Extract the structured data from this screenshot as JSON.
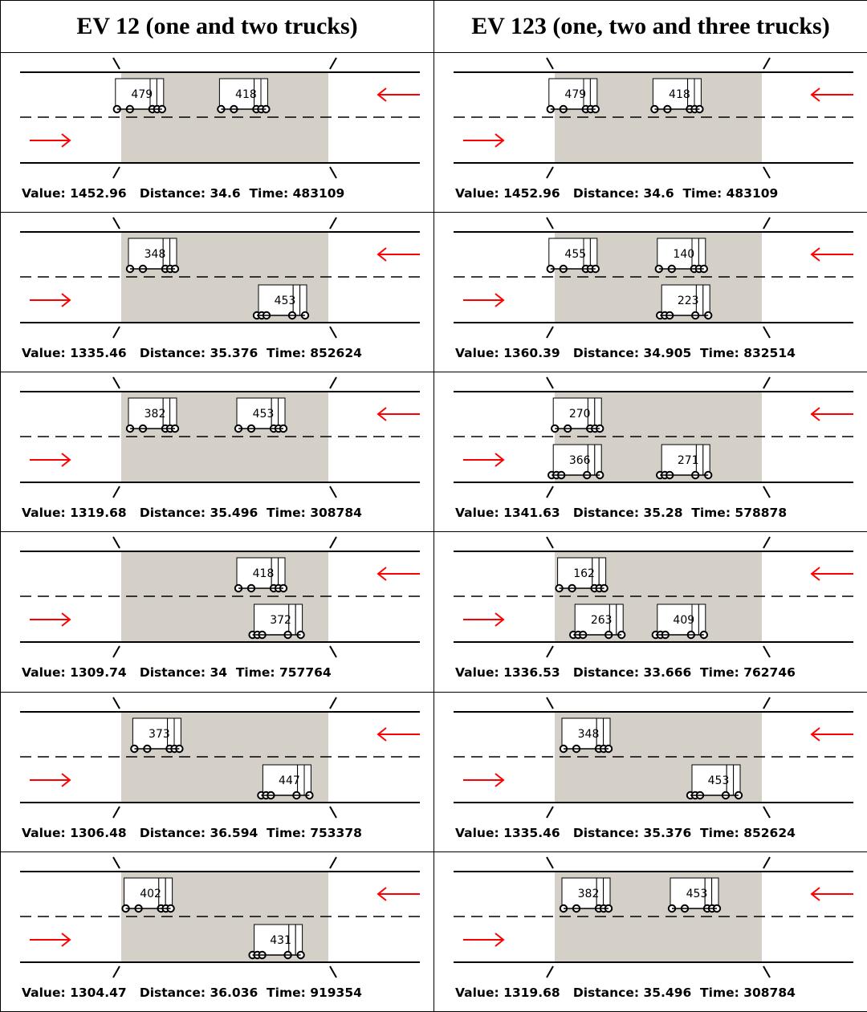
{
  "columns": [
    {
      "header": "EV 12 (one and two trucks)",
      "scenarios": [
        {
          "caption": "Value: 1452.96   Distance: 34.6  Time: 483109",
          "trucks": [
            {
              "id": "479",
              "lane": "top",
              "pos": 0.32
            },
            {
              "id": "418",
              "lane": "top",
              "pos": 0.56
            }
          ]
        },
        {
          "caption": "Value: 1335.46   Distance: 35.376  Time: 852624",
          "trucks": [
            {
              "id": "348",
              "lane": "top",
              "pos": 0.35
            },
            {
              "id": "453",
              "lane": "bottom",
              "pos": 0.65
            }
          ]
        },
        {
          "caption": "Value: 1319.68   Distance: 35.496  Time: 308784",
          "trucks": [
            {
              "id": "382",
              "lane": "top",
              "pos": 0.35
            },
            {
              "id": "453",
              "lane": "top",
              "pos": 0.6
            }
          ]
        },
        {
          "caption": "Value: 1309.74   Distance: 34  Time: 757764",
          "trucks": [
            {
              "id": "418",
              "lane": "top",
              "pos": 0.6
            },
            {
              "id": "372",
              "lane": "bottom",
              "pos": 0.64
            }
          ]
        },
        {
          "caption": "Value: 1306.48   Distance: 36.594  Time: 753378",
          "trucks": [
            {
              "id": "373",
              "lane": "top",
              "pos": 0.36
            },
            {
              "id": "447",
              "lane": "bottom",
              "pos": 0.66
            }
          ]
        },
        {
          "caption": "Value: 1304.47   Distance: 36.036  Time: 919354",
          "trucks": [
            {
              "id": "402",
              "lane": "top",
              "pos": 0.34
            },
            {
              "id": "431",
              "lane": "bottom",
              "pos": 0.64
            }
          ]
        }
      ]
    },
    {
      "header": "EV 123 (one, two and three trucks)",
      "scenarios": [
        {
          "caption": "Value: 1452.96   Distance: 34.6  Time: 483109",
          "trucks": [
            {
              "id": "479",
              "lane": "top",
              "pos": 0.32
            },
            {
              "id": "418",
              "lane": "top",
              "pos": 0.56
            }
          ]
        },
        {
          "caption": "Value: 1360.39   Distance: 34.905  Time: 832514",
          "trucks": [
            {
              "id": "455",
              "lane": "top",
              "pos": 0.32
            },
            {
              "id": "140",
              "lane": "top",
              "pos": 0.57
            },
            {
              "id": "223",
              "lane": "bottom",
              "pos": 0.58
            }
          ]
        },
        {
          "caption": "Value: 1341.63   Distance: 35.28  Time: 578878",
          "trucks": [
            {
              "id": "270",
              "lane": "top",
              "pos": 0.33
            },
            {
              "id": "366",
              "lane": "bottom",
              "pos": 0.33
            },
            {
              "id": "271",
              "lane": "bottom",
              "pos": 0.58
            }
          ]
        },
        {
          "caption": "Value: 1336.53   Distance: 33.666  Time: 762746",
          "trucks": [
            {
              "id": "162",
              "lane": "top",
              "pos": 0.34
            },
            {
              "id": "263",
              "lane": "bottom",
              "pos": 0.38
            },
            {
              "id": "409",
              "lane": "bottom",
              "pos": 0.57
            }
          ]
        },
        {
          "caption": "Value: 1335.46   Distance: 35.376  Time: 852624",
          "trucks": [
            {
              "id": "348",
              "lane": "top",
              "pos": 0.35
            },
            {
              "id": "453",
              "lane": "bottom",
              "pos": 0.65
            }
          ]
        },
        {
          "caption": "Value: 1319.68   Distance: 35.496  Time: 308784",
          "trucks": [
            {
              "id": "382",
              "lane": "top",
              "pos": 0.35
            },
            {
              "id": "453",
              "lane": "top",
              "pos": 0.6
            }
          ]
        }
      ]
    }
  ],
  "colors": {
    "bridge": "#d4d0c8",
    "arrow": "#ff0000",
    "line": "#000000"
  },
  "icons": {
    "left_direction": "arrow-left-icon",
    "right_direction": "arrow-right-icon",
    "wheel": "wheel-icon"
  }
}
